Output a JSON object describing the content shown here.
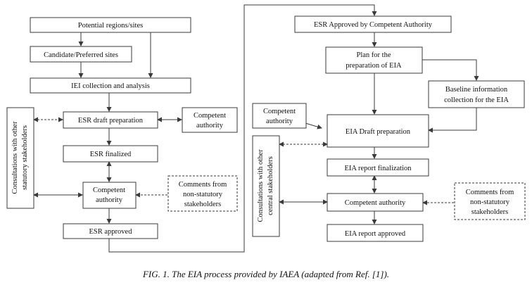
{
  "nodes": {
    "potential_sites": [
      "Potential regions/sites"
    ],
    "candidate_sites": [
      "Candidate/Preferred sites"
    ],
    "iei_collection": [
      "IEI collection and analysis"
    ],
    "esr_draft": [
      "ESR draft preparation"
    ],
    "competent_authority_left_side": [
      "Competent",
      "authority"
    ],
    "esr_finalized": [
      "ESR finalized"
    ],
    "competent_authority_left": [
      "Competent",
      "authority"
    ],
    "comments_left": [
      "Comments from",
      "non-statutory",
      "stakeholders"
    ],
    "esr_approved": [
      "ESR approved"
    ],
    "consult_statutory": [
      "Consultations with other",
      "statutory stakeholders"
    ],
    "esr_approved_ca": [
      "ESR Approved by Competent Authority"
    ],
    "plan_eia": [
      "Plan for the",
      "preparation of EIA"
    ],
    "baseline": [
      "Baseline information",
      "collection for the EIA"
    ],
    "competent_authority_right_side": [
      "Competent",
      "authority"
    ],
    "eia_draft": [
      "EIA Draft preparation"
    ],
    "consult_central": [
      "Consultations with other",
      "central stakeholders"
    ],
    "eia_finalization": [
      "EIA report finalization"
    ],
    "competent_authority_right": [
      "Competent authority"
    ],
    "comments_right": [
      "Comments from",
      "non-statutory",
      "stakeholders"
    ],
    "eia_approved": [
      "EIA report approved"
    ]
  },
  "caption": "FIG. 1. The EIA process provided by IAEA (adapted from Ref. [1])."
}
